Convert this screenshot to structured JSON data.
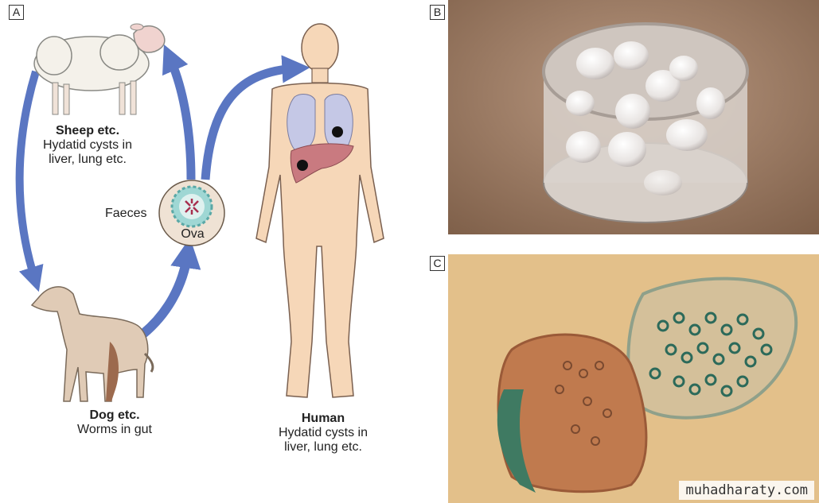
{
  "panels": {
    "a": {
      "letter": "A"
    },
    "b": {
      "letter": "B"
    },
    "c": {
      "letter": "C"
    }
  },
  "sheep": {
    "title": "Sheep etc.",
    "desc1": "Hydatid cysts in",
    "desc2": "liver, lung etc."
  },
  "dog": {
    "title": "Dog etc.",
    "desc": "Worms in gut"
  },
  "human": {
    "title": "Human",
    "desc1": "Hydatid cysts in",
    "desc2": "liver, lung etc."
  },
  "faeces_label": "Faeces",
  "ova_label": "Ova",
  "watermark": "muhadharaty.com",
  "colors": {
    "arrow": "#5a76c2",
    "skin": "#f6d7b8",
    "lung": "#c5c8e6",
    "liver": "#c97a80",
    "sand": "#a07e63",
    "micro_bg": "#e3c08a"
  }
}
